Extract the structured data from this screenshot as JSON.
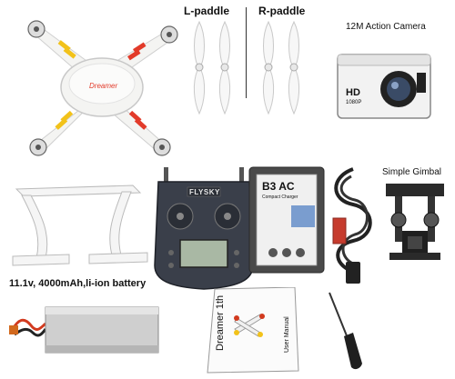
{
  "labels": {
    "l_paddle": "L-paddle",
    "r_paddle": "R-paddle",
    "camera": "12M Action Camera",
    "gimbal": "Simple Gimbal",
    "battery": "11.1v, 4000mAh,li-ion battery",
    "manual_title": "Dreamer 1th",
    "manual_sub": "User Manual",
    "transmitter_brand": "FLYSKY",
    "charger_brand": "B3 AC",
    "charger_sub": "Compact Charger",
    "camera_hd": "HD",
    "camera_res": "1080P",
    "drone_logo": "Dreamer"
  },
  "colors": {
    "stripe_red": "#e23b2a",
    "stripe_yellow": "#f2c21a",
    "body_white": "#f4f4f2",
    "transmitter": "#3a3f4a",
    "charger": "#4a4a4a",
    "battery_body": "#cfcfcf",
    "battery_wire": "#d23a1e"
  },
  "icons": [
    "quadcopter-drone-icon",
    "propeller-icon",
    "action-camera-icon",
    "remote-transmitter-icon",
    "battery-charger-icon",
    "power-cable-icon",
    "gimbal-icon",
    "landing-gear-icon",
    "lipo-battery-icon",
    "user-manual-icon",
    "screwdriver-icon"
  ]
}
